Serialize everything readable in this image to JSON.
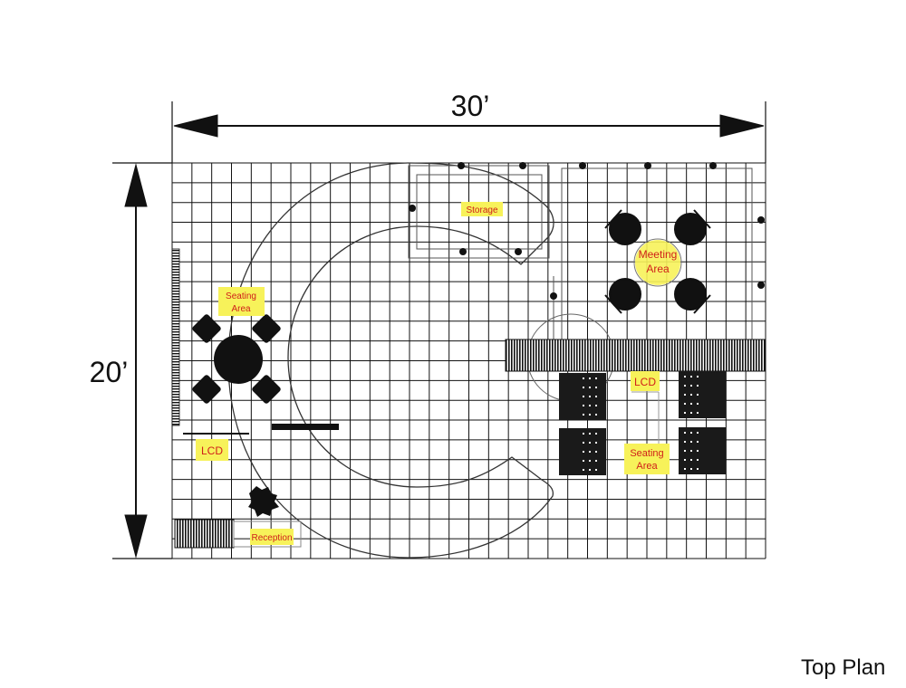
{
  "dimensions": {
    "width_label": "30’",
    "height_label": "20’",
    "width_ft": 30,
    "height_ft": 20
  },
  "labels": {
    "storage": "Storage",
    "meeting_line1": "Meeting",
    "meeting_line2": "Area",
    "seating_left_line1": "Seating",
    "seating_left_line2": "Area",
    "lcd_left": "LCD",
    "reception": "Reception",
    "lcd_right": "LCD",
    "seating_right_line1": "Seating",
    "seating_right_line2": "Area"
  },
  "caption": "Top Plan",
  "colors": {
    "label_bg": "#f7f25a",
    "label_text": "#d0201a",
    "line": "#111111"
  }
}
